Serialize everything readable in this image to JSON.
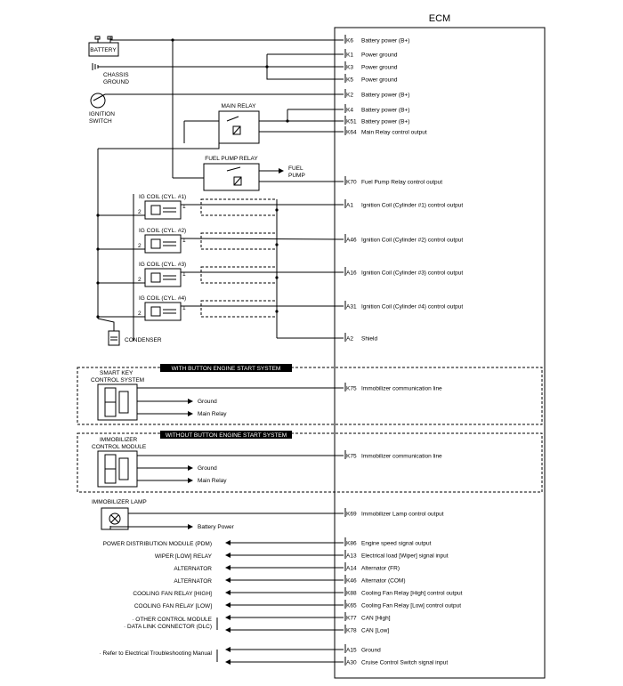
{
  "ecm_title": "ECM",
  "components": {
    "battery": "BATTERY",
    "chassis_ground": [
      "CHASSIS",
      "GROUND"
    ],
    "ignition_switch": [
      "IGNITION",
      "SWITCH"
    ],
    "main_relay": "MAIN RELAY",
    "fuel_pump_relay": "FUEL PUMP RELAY",
    "fuel_pump": [
      "FUEL",
      "PUMP"
    ],
    "ig_coils": [
      "IG COIL (CYL. #1)",
      "IG COIL (CYL. #2)",
      "IG COIL (CYL. #3)",
      "IG COIL (CYL. #4)"
    ],
    "coil_pins": [
      "2",
      "1"
    ],
    "condenser": "CONDENSER",
    "smart_key": [
      "SMART KEY",
      "CONTROL SYSTEM"
    ],
    "immobilizer_module": [
      "IMMOBILIZER",
      "CONTROL MODULE"
    ],
    "immobilizer_lamp": "IMMOBILIZER LAMP"
  },
  "sections": {
    "with_button": "WITH BUTTON ENGINE START SYSTEM",
    "without_button": "WITHOUT BUTTON ENGINE START SYSTEM"
  },
  "sub_labels": {
    "ground": "Ground",
    "main_relay": "Main Relay",
    "battery_power": "Battery Power"
  },
  "pins": [
    {
      "pin": "K6",
      "desc": "Battery power (B+)"
    },
    {
      "pin": "K1",
      "desc": "Power ground"
    },
    {
      "pin": "K3",
      "desc": "Power ground"
    },
    {
      "pin": "K5",
      "desc": "Power ground"
    },
    {
      "pin": "K2",
      "desc": "Battery power (B+)"
    },
    {
      "pin": "K4",
      "desc": "Battery power (B+)"
    },
    {
      "pin": "K51",
      "desc": "Battery power (B+)"
    },
    {
      "pin": "K64",
      "desc": "Main Relay control output"
    },
    {
      "pin": "K70",
      "desc": "Fuel Pump Relay control output"
    },
    {
      "pin": "A1",
      "desc": "Ignition Coil (Cylinder #1) control output"
    },
    {
      "pin": "A46",
      "desc": "Ignition Coil (Cylinder #2) control output"
    },
    {
      "pin": "A16",
      "desc": "Ignition Coil (Cylinder #3) control output"
    },
    {
      "pin": "A31",
      "desc": "Ignition Coil (Cylinder #4) control output"
    },
    {
      "pin": "A2",
      "desc": "Shield"
    },
    {
      "pin": "K75",
      "desc": "Immobilizer communication line"
    },
    {
      "pin": "K75",
      "desc": "Immobilizer communication line"
    },
    {
      "pin": "K69",
      "desc": "Immobilizer Lamp control output"
    },
    {
      "pin": "K86",
      "desc": "Engine speed signal output"
    },
    {
      "pin": "A13",
      "desc": "Electrical load [Wiper] signal input"
    },
    {
      "pin": "A14",
      "desc": "Alternator (FR)"
    },
    {
      "pin": "K46",
      "desc": "Alternator (COM)"
    },
    {
      "pin": "K88",
      "desc": "Cooling Fan Relay [High] control output"
    },
    {
      "pin": "K65",
      "desc": "Cooling Fan Relay [Low] control output"
    },
    {
      "pin": "K77",
      "desc": "CAN [High]"
    },
    {
      "pin": "K78",
      "desc": "CAN [Low]"
    },
    {
      "pin": "A15",
      "desc": "Ground"
    },
    {
      "pin": "A30",
      "desc": "Cruise Control Switch signal input"
    }
  ],
  "left_labels": [
    "POWER DISTRIBUTION MODULE (PDM)",
    "WIPER [LOW] RELAY",
    "ALTERNATOR",
    "ALTERNATOR",
    "COOLING FAN RELAY [HIGH]",
    "COOLING FAN RELAY [LOW]",
    "· OTHER CONTROL MODULE",
    "· DATA LINK CONNECTOR (DLC)",
    "· Refer to Electrical Troubleshooting Manual"
  ]
}
